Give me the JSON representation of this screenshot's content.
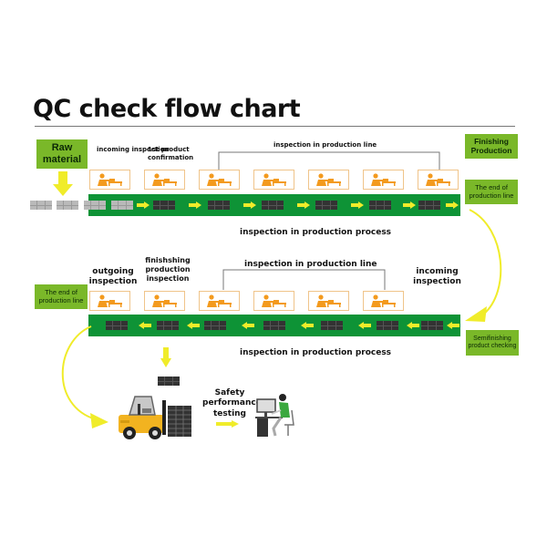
{
  "title": "QC check flow chart",
  "colors": {
    "label_green": "#7ab829",
    "band_green": "#0e9336",
    "arrow_yellow": "#f0ec2a",
    "card_border": "#f0c48a",
    "worker_orange": "#f39a1e",
    "forklift_yellow": "#f2b320"
  },
  "top_row": {
    "start_label": "Raw material",
    "captions": [
      "incoming inspection",
      "1st product confirmation"
    ],
    "bracket_label": "inspection in production line",
    "process_label": "inspection in production process",
    "right_labels": [
      "Finishing Production",
      "The end of production line"
    ],
    "stations": 7
  },
  "bottom_row": {
    "captions": [
      "outgoing inspection",
      "finishshing production inspection"
    ],
    "bracket_label": "inspection in production line",
    "right_caption": "incoming inspection",
    "process_label": "inspection in production process",
    "left_label": "The end of production line",
    "right_label": "Semifinishing product checking",
    "stations": 6
  },
  "final_stage": {
    "testing_label": "Safety performance testing",
    "icons": [
      "forklift-icon",
      "pallet-stack-icon",
      "technician-at-computer-icon"
    ]
  }
}
